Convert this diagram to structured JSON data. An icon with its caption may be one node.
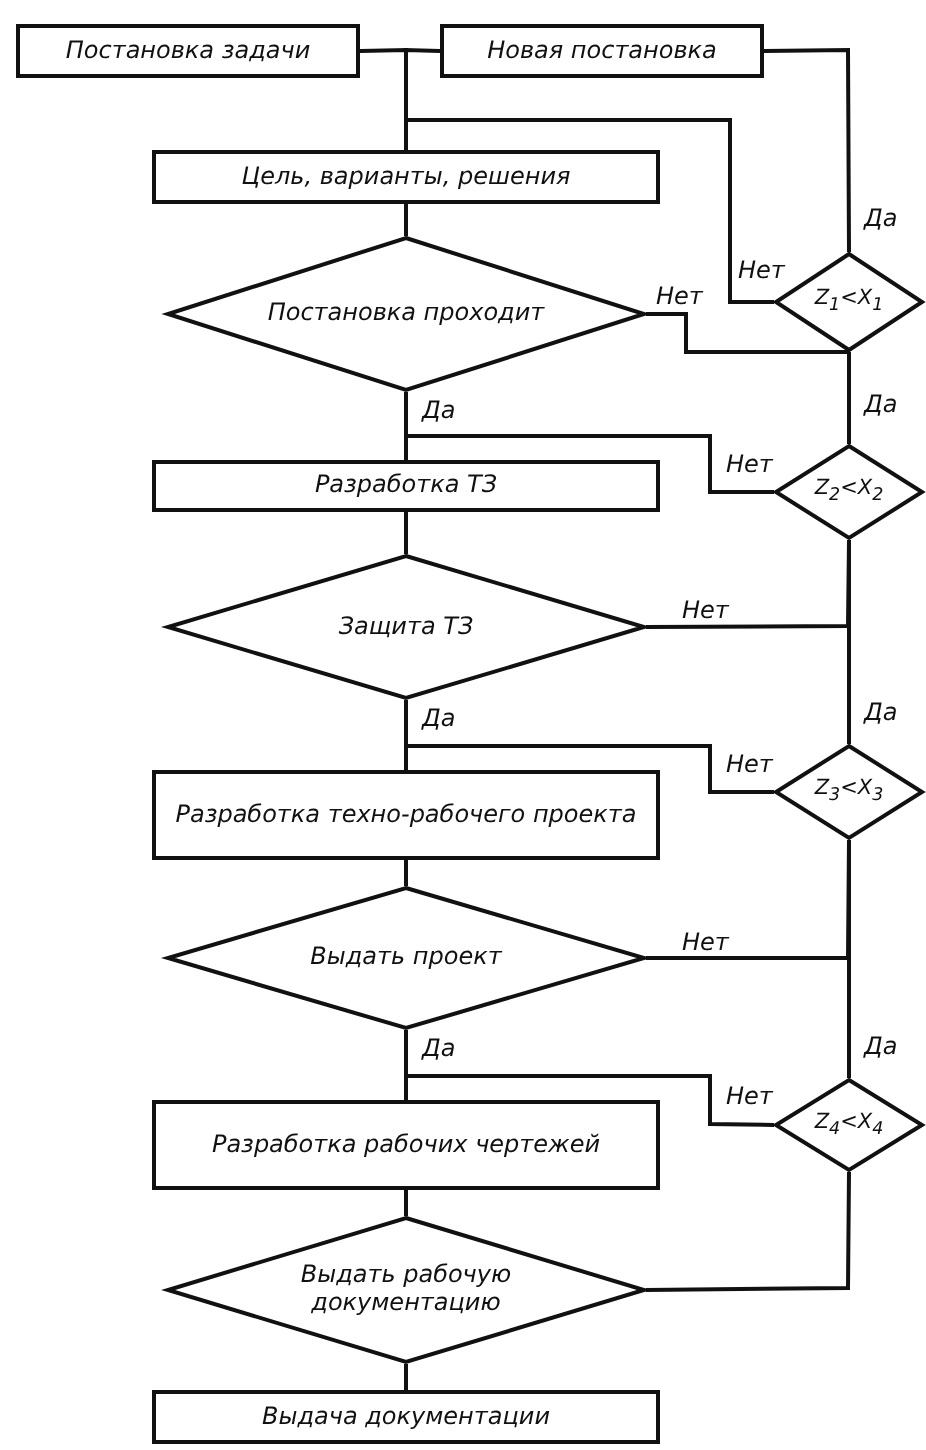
{
  "diagram": {
    "nodes": [
      {
        "text": [
          "Постановка задачи"
        ]
      },
      {
        "text": [
          "Новая постановка"
        ]
      },
      {
        "text": [
          "Цель, варианты, решения"
        ]
      },
      {
        "text": [
          "Постановка проходит"
        ]
      },
      {
        "text": [
          "Z$_{1}$<X$_{1}$"
        ]
      },
      {
        "text": [
          "Разработка ТЗ"
        ]
      },
      {
        "text": [
          "Z$_{2}$<X$_{2}$"
        ]
      },
      {
        "text": [
          "Защита ТЗ"
        ]
      },
      {
        "text": [
          "Разработка техно-рабочего проекта"
        ]
      },
      {
        "text": [
          "Z$_{3}$<X$_{3}$"
        ]
      },
      {
        "text": [
          "Выдать проект"
        ]
      },
      {
        "text": [
          "Разработка рабочих чертежей"
        ]
      },
      {
        "text": [
          "Z$_{4}$<X$_{4}$"
        ]
      },
      {
        "text": [
          "Выдать рабочую документацию"
        ]
      },
      {
        "text": [
          "Выдача документации"
        ]
      }
    ],
    "edges": [
      {
        "from": 0,
        "to": 2,
        "arrow": "none"
      },
      {
        "from": 1,
        "to": 2,
        "arrow": "none"
      },
      {
        "from": 4,
        "to": 2,
        "arrow": "none",
        "label": "Нет"
      },
      {
        "from": 4,
        "to": 1,
        "arrow": "none",
        "label": "Да"
      },
      {
        "from": 2,
        "to": 3,
        "arrow": "none"
      },
      {
        "from": 3,
        "to": 4,
        "arrow": "none",
        "label": "Нет"
      },
      {
        "from": 3,
        "to": 5,
        "arrow": "none",
        "label": "Да"
      },
      {
        "from": 6,
        "to": 4,
        "arrow": "none",
        "label": "Да"
      },
      {
        "from": 6,
        "to": 5,
        "arrow": "none",
        "label": "Нет"
      },
      {
        "from": 5,
        "to": 7,
        "arrow": "none"
      },
      {
        "from": 7,
        "to": 6,
        "arrow": "none",
        "label": "Нет"
      },
      {
        "from": 7,
        "to": 8,
        "arrow": "none",
        "label": "Да"
      },
      {
        "from": 9,
        "to": 6,
        "arrow": "none",
        "label": "Да"
      },
      {
        "from": 9,
        "to": 8,
        "arrow": "none",
        "label": "Нет"
      },
      {
        "from": 8,
        "to": 10,
        "arrow": "none"
      },
      {
        "from": 10,
        "to": 9,
        "arrow": "none",
        "label": "Нет"
      },
      {
        "from": 10,
        "to": 11,
        "arrow": "none",
        "label": "Да"
      },
      {
        "from": 12,
        "to": 9,
        "arrow": "none",
        "label": "Да"
      },
      {
        "from": 12,
        "to": 11,
        "arrow": "none",
        "label": "Нет"
      },
      {
        "from": 11,
        "to": 13,
        "arrow": "none"
      },
      {
        "from": 13,
        "to": 12,
        "arrow": "none"
      },
      {
        "from": 13,
        "to": 14,
        "arrow": "none"
      }
    ]
  }
}
